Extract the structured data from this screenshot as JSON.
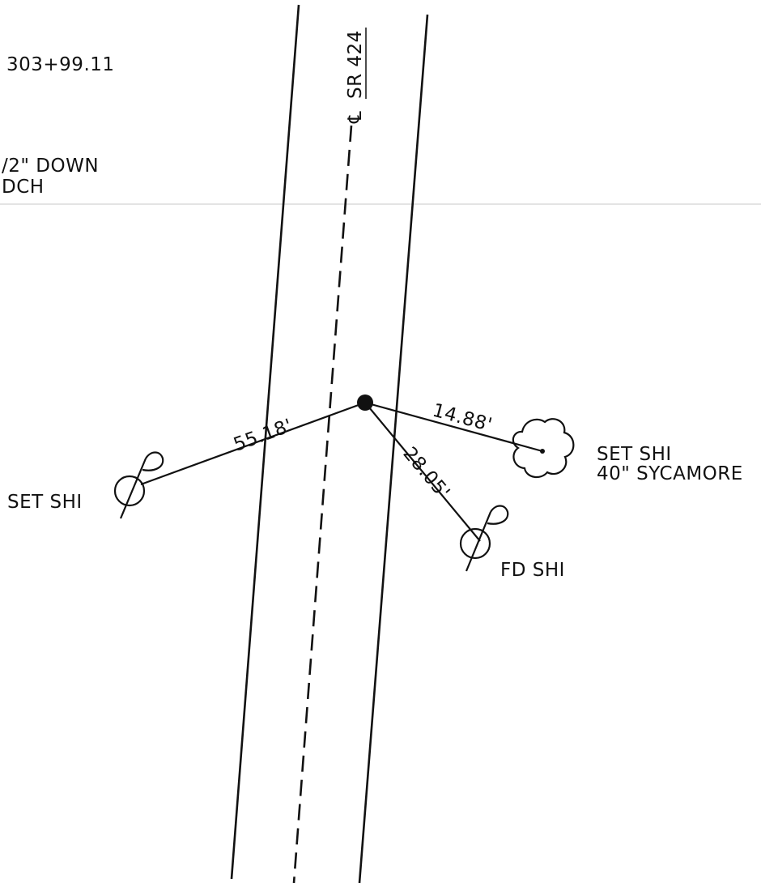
{
  "sheet": {
    "station": "303+99.11",
    "note_line1": "/2\" DOWN",
    "note_line2": "DCH",
    "centerline_symbol": "℄",
    "centerline_label": "SR 424"
  },
  "ties": [
    {
      "distance": "55.18'",
      "target": "SET SHI",
      "target_line2": ""
    },
    {
      "distance": "14.88'",
      "target": "SET SHI",
      "target_line2": "40\" SYCAMORE"
    },
    {
      "distance": "28.05'",
      "target": "FD SHI",
      "target_line2": ""
    }
  ],
  "symbols": {
    "control_point": "filled-dot-icon",
    "shi_left": "iron-pin-flag-icon",
    "shi_right": "iron-pin-flag-icon",
    "tree": "tree-icon"
  },
  "colors": {
    "ink": "#111111",
    "paper": "#ffffff",
    "rule": "#c8c8c8"
  }
}
